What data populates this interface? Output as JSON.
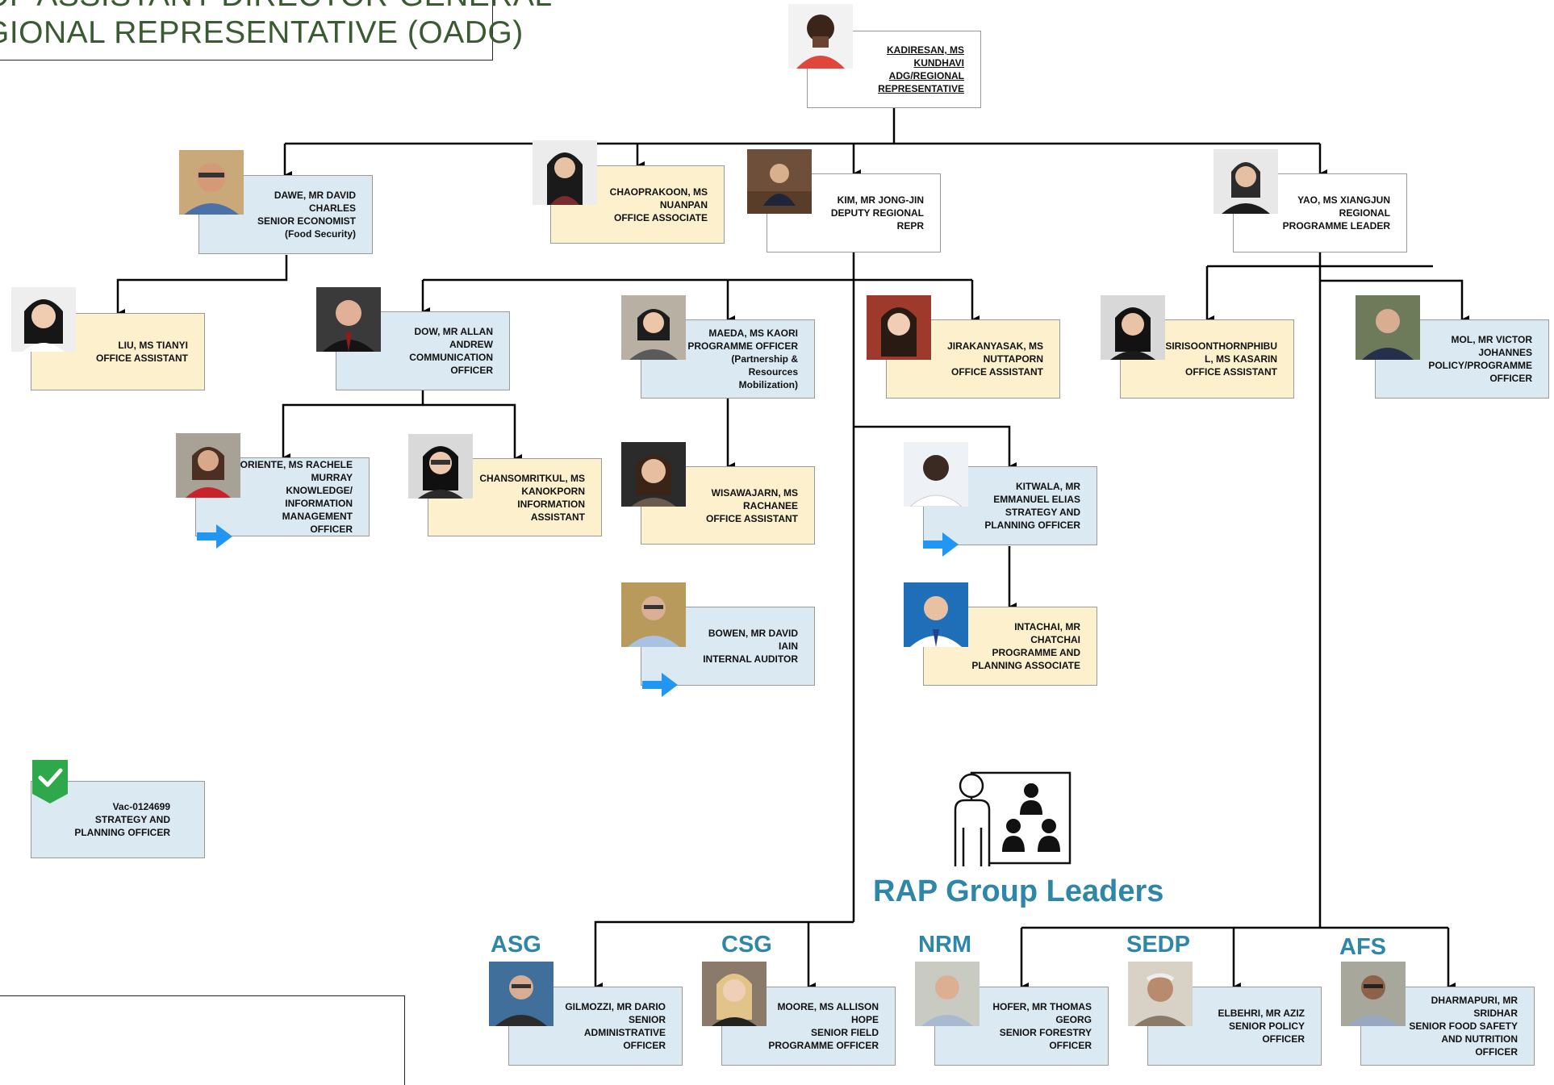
{
  "header": {
    "title_line1": "OF ASSISTANT DIRECTOR-GENERAL",
    "title_line2": "GIONAL REPRESENTATIVE (OADG)"
  },
  "colors": {
    "blue_box": "#dbe9f2",
    "yellow_box": "#fdf0cc",
    "title_text": "#3a5a32",
    "group_label": "#2e86a8",
    "arrow_icon": "#2196f3",
    "check_badge": "#2ea84a"
  },
  "nodes": {
    "kadiresan": {
      "text": "KADIRESAN, MS\nKUNDHAVI\nADG/REGIONAL\nREPRESENTATIVE"
    },
    "dawe": {
      "text": "DAWE, MR DAVID\nCHARLES\nSENIOR ECONOMIST\n(Food Security)"
    },
    "chaoprakoon": {
      "text": "CHAOPRAKOON, MS\nNUANPAN\nOFFICE ASSOCIATE"
    },
    "kim": {
      "text": "KIM, MR JONG-JIN\nDEPUTY REGIONAL\nREPR"
    },
    "yao": {
      "text": "YAO, MS XIANGJUN\nREGIONAL\nPROGRAMME LEADER"
    },
    "liu": {
      "text": "LIU, MS TIANYI\nOFFICE ASSISTANT"
    },
    "dow": {
      "text": "DOW, MR ALLAN\nANDREW\nCOMMUNICATION\nOFFICER"
    },
    "maeda": {
      "text": "MAEDA, MS KAORI\nPROGRAMME OFFICER\n(Partnership &\nResources\nMobilization)"
    },
    "jirakanyasak": {
      "text": "JIRAKANYASAK, MS\nNUTTAPORN\nOFFICE ASSISTANT"
    },
    "sirisoonthorn": {
      "text": "SIRISOONTHORNPHIBU\nL, MS KASARIN\nOFFICE ASSISTANT"
    },
    "mol": {
      "text": "MOL, MR VICTOR\nJOHANNES\nPOLICY/PROGRAMME\nOFFICER"
    },
    "oriente": {
      "text": "ORIENTE, MS RACHELE\nMURRAY\nKNOWLEDGE/\nINFORMATION\nMANAGEMENT\nOFFICER"
    },
    "chansomritkul": {
      "text": "CHANSOMRITKUL, MS\nKANOKPORN\nINFORMATION\nASSISTANT"
    },
    "wisawajarn": {
      "text": "WISAWAJARN, MS\nRACHANEE\nOFFICE ASSISTANT"
    },
    "kitwala": {
      "text": "KITWALA, MR\nEMMANUEL ELIAS\nSTRATEGY AND\nPLANNING OFFICER"
    },
    "bowen": {
      "text": "BOWEN, MR DAVID\nIAIN\nINTERNAL AUDITOR"
    },
    "intachai": {
      "text": "INTACHAI, MR\nCHATCHAI\nPROGRAMME AND\nPLANNING ASSOCIATE"
    },
    "vacancy": {
      "text": "Vac-0124699\nSTRATEGY AND\nPLANNING OFFICER"
    },
    "gilmozzi": {
      "text": "GILMOZZI, MR DARIO\nSENIOR\nADMINISTRATIVE\nOFFICER"
    },
    "moore": {
      "text": "MOORE, MS ALLISON\nHOPE\nSENIOR FIELD\nPROGRAMME OFFICER"
    },
    "hofer": {
      "text": "HOFER, MR THOMAS\nGEORG\nSENIOR FORESTRY\nOFFICER"
    },
    "elbehri": {
      "text": "ELBEHRI, MR AZIZ\nSENIOR POLICY\nOFFICER"
    },
    "dharmapuri": {
      "text": "DHARMAPURI, MR\nSRIDHAR\nSENIOR FOOD SAFETY\nAND NUTRITION\nOFFICER"
    }
  },
  "group_labels": {
    "asg": "ASG",
    "csg": "CSG",
    "nrm": "NRM",
    "sedp": "SEDP",
    "afs": "AFS"
  },
  "rap_group_leaders": "RAP Group Leaders"
}
